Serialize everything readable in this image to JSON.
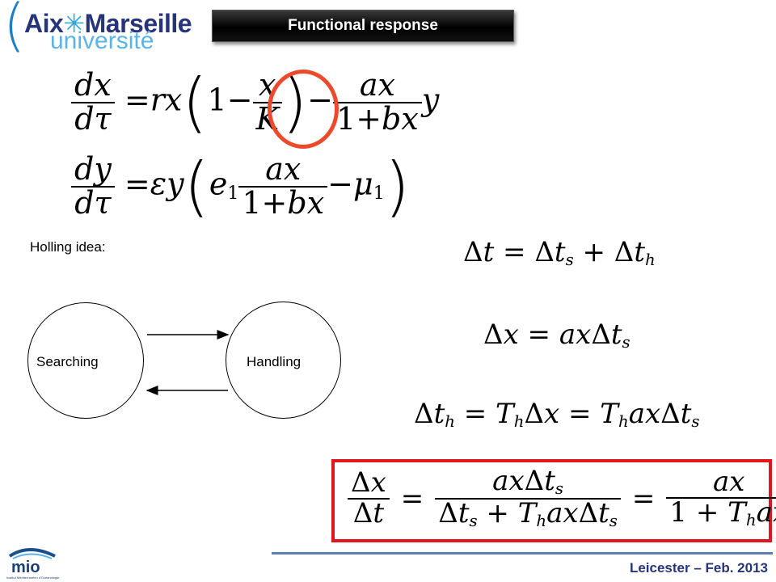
{
  "logo": {
    "line1_a": "Aix",
    "line1_star": "✳",
    "line1_b": "Marseille",
    "line2": "université"
  },
  "title": "Functional response",
  "diagram": {
    "holling_label": "Holling idea:",
    "searching_label": "Searching",
    "handling_label": "Handling"
  },
  "footer": {
    "text": "Leicester – Feb. 2013",
    "logo_text": "mio",
    "logo_subtext": "Institut Méditerranéen d'Océanologie"
  },
  "colors": {
    "title_bg": "#000000",
    "highlight_circle": "#ec4a2a",
    "result_box": "#e0171c",
    "footer_line": "#5a7fae",
    "footer_text": "#27347a"
  }
}
